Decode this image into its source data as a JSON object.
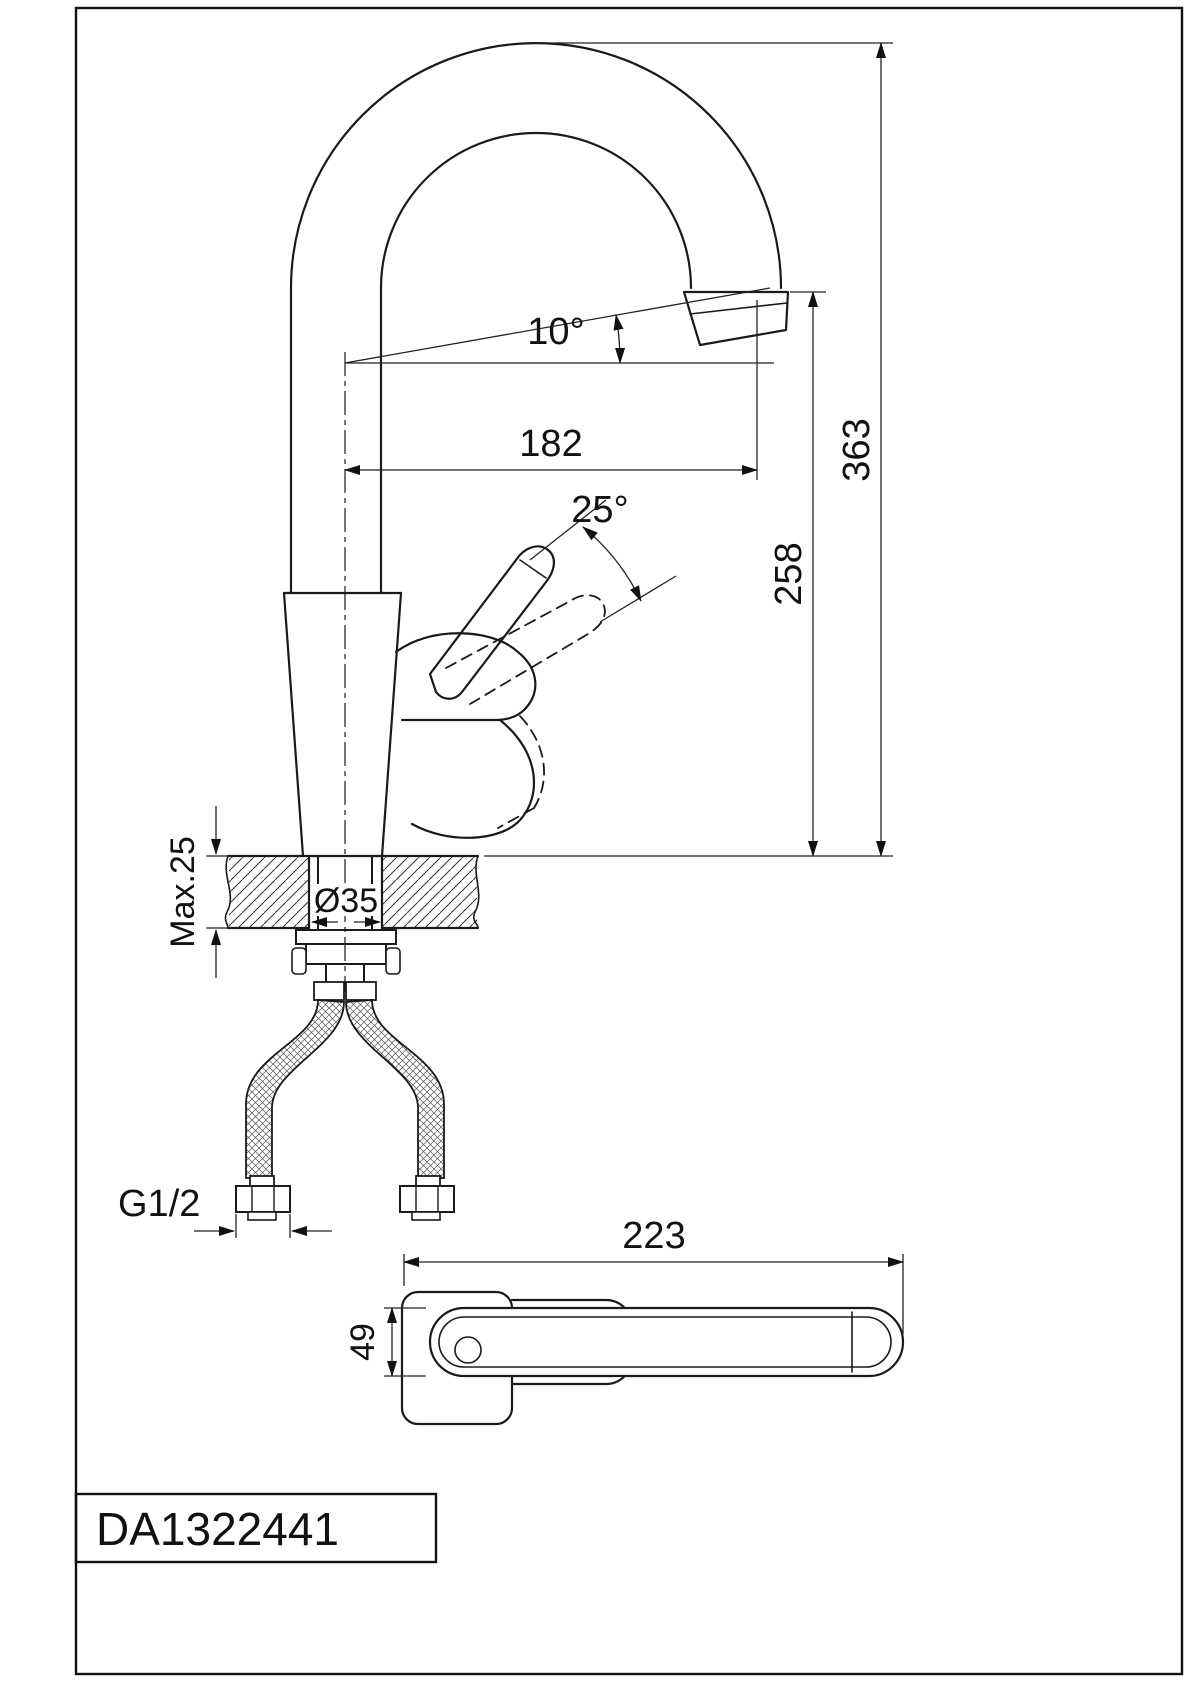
{
  "title_block": {
    "model": "DA1322441"
  },
  "side_view": {
    "spout_angle": "10°",
    "spout_reach_mm": "182",
    "overall_height_mm": "363",
    "spout_height_mm": "258",
    "handle_angle": "25°",
    "max_deck_thickness": "Max.25",
    "hole_diameter": "Ø35",
    "connection_thread": "G1/2"
  },
  "top_view": {
    "length_mm": "223",
    "width_mm": "49"
  }
}
